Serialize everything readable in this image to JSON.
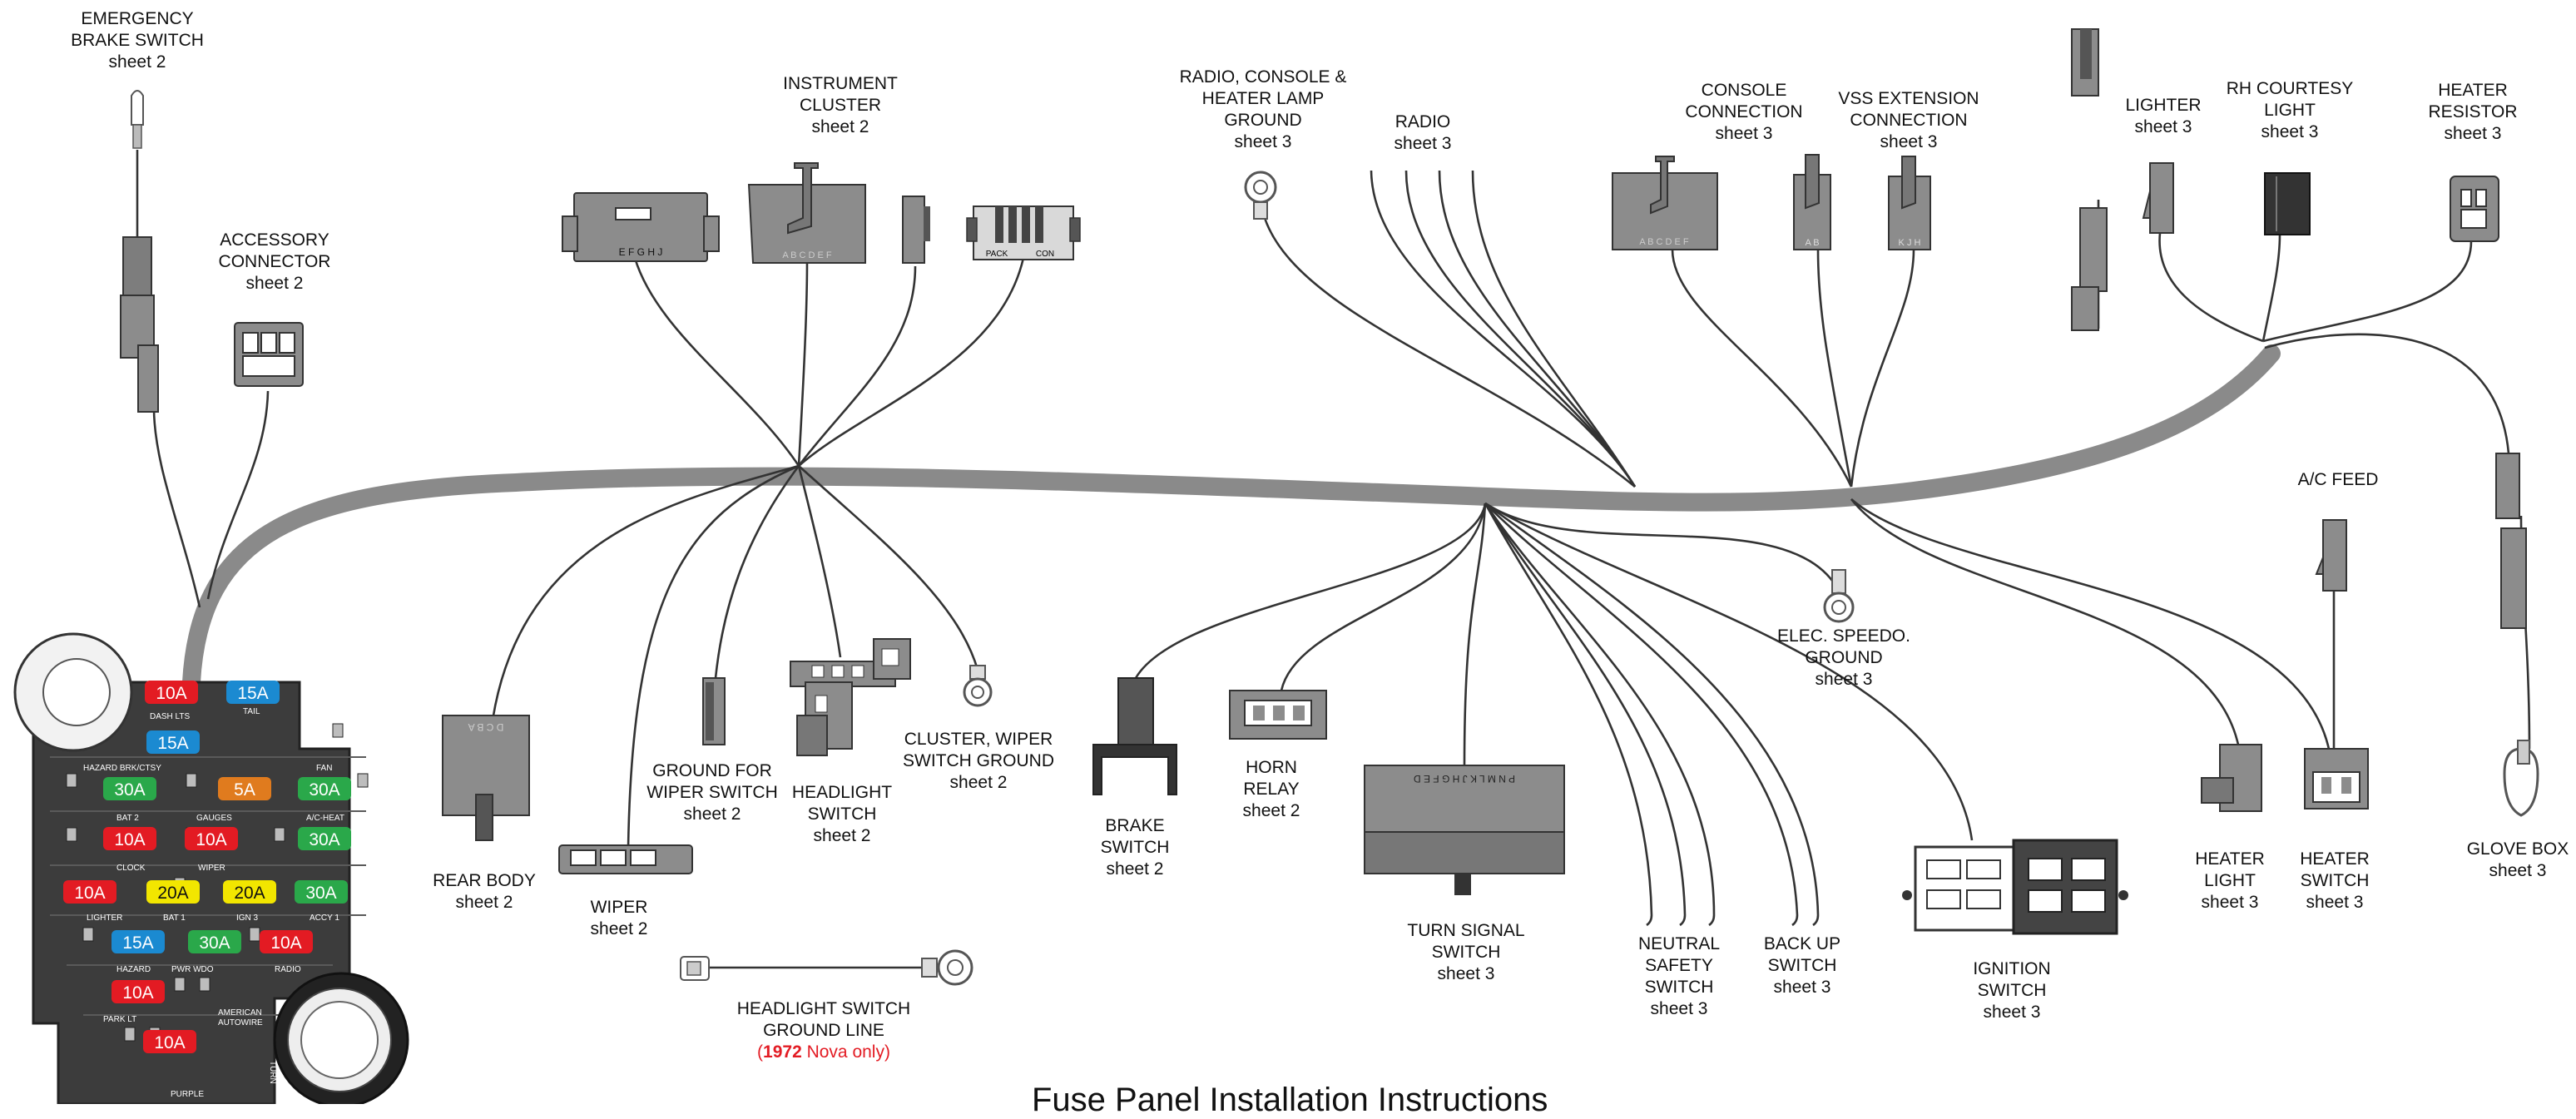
{
  "labels": {
    "emergency_brake": [
      "EMERGENCY",
      "BRAKE SWITCH",
      "sheet 2"
    ],
    "accessory": [
      "ACCESSORY",
      "CONNECTOR",
      "sheet 2"
    ],
    "instrument_cluster": [
      "INSTRUMENT",
      "CLUSTER",
      "sheet 2"
    ],
    "radio_ground": [
      "RADIO, CONSOLE &",
      "HEATER LAMP",
      "GROUND",
      "sheet 3"
    ],
    "radio": [
      "RADIO",
      "sheet 3"
    ],
    "console": [
      "CONSOLE",
      "CONNECTION",
      "sheet 3"
    ],
    "vss": [
      "VSS EXTENSION",
      "CONNECTION",
      "sheet 3"
    ],
    "lighter": [
      "LIGHTER",
      "sheet 3"
    ],
    "rh_courtesy": [
      "RH COURTESY",
      "LIGHT",
      "sheet 3"
    ],
    "heater_resistor": [
      "HEATER",
      "RESISTOR",
      "sheet 3"
    ],
    "ac_feed": [
      "A/C FEED"
    ],
    "elec_speedo": [
      "ELEC. SPEEDO.",
      "GROUND",
      "sheet 3"
    ],
    "rear_body": [
      "REAR BODY",
      "sheet 2"
    ],
    "wiper": [
      "WIPER",
      "sheet 2"
    ],
    "ground_wiper": [
      "GROUND FOR",
      "WIPER SWITCH",
      "sheet 2"
    ],
    "headlight_switch": [
      "HEADLIGHT",
      "SWITCH",
      "sheet 2"
    ],
    "cluster_wiper_ground": [
      "CLUSTER, WIPER",
      "SWITCH GROUND",
      "sheet 2"
    ],
    "brake_switch": [
      "BRAKE",
      "SWITCH",
      "sheet 2"
    ],
    "horn_relay": [
      "HORN",
      "RELAY",
      "sheet 2"
    ],
    "turn_signal": [
      "TURN SIGNAL",
      "SWITCH",
      "sheet 3"
    ],
    "neutral_safety": [
      "NEUTRAL",
      "SAFETY",
      "SWITCH",
      "sheet 3"
    ],
    "back_up": [
      "BACK UP",
      "SWITCH",
      "sheet 3"
    ],
    "ignition": [
      "IGNITION",
      "SWITCH",
      "sheet 3"
    ],
    "heater_light": [
      "HEATER",
      "LIGHT",
      "sheet 3"
    ],
    "heater_switch": [
      "HEATER",
      "SWITCH",
      "sheet 3"
    ],
    "glove_box": [
      "GLOVE BOX",
      "sheet 3"
    ],
    "headlight_ground": [
      "HEADLIGHT SWITCH",
      "GROUND LINE"
    ],
    "headlight_ground_note_year": "1972",
    "headlight_ground_note_text": " Nova only)",
    "headlight_ground_note_open": "("
  },
  "connector_pins": {
    "headlight_cluster_plug": "E F G H J",
    "instrument_cluster_plug": "A B C D E F",
    "rear_body_plug": "D C B A",
    "console_plug": "A B C D E F",
    "vss_plug": "A B",
    "vss_plug2": "K J H",
    "turn_signal_plug": "P N M L K J   H G F E D",
    "pack": "PACK",
    "con": "CON"
  },
  "fuse_panel": {
    "fuses": [
      "10A",
      "15A",
      "15A",
      "30A",
      "5A",
      "30A",
      "10A",
      "10A",
      "30A",
      "10A",
      "20A",
      "20A",
      "30A",
      "15A",
      "30A",
      "10A",
      "10A",
      "10A"
    ],
    "circuits": [
      "DASH LTS",
      "TAIL",
      "HAZARD BRK/CTSY",
      "FAN",
      "BAT 2",
      "GAUGES",
      "A/C-HEAT",
      "CLOCK",
      "WIPER",
      "LIGHTER",
      "BAT 1",
      "IGN 3",
      "ACCY 1",
      "HAZARD",
      "PWR WDO",
      "RADIO",
      "PARK LT",
      "AMERICAN",
      "AUTOWIRE",
      "TURN",
      "PURPLE"
    ]
  },
  "footer": "Fuse Panel Installation Instructions",
  "colors": {
    "harness": "#888888",
    "connector": "#8c8c8c",
    "connector_dark": "#333333",
    "fuse_red": "#e31b23",
    "fuse_blue": "#1b8ad1",
    "fuse_green": "#2aa84a",
    "fuse_yellow": "#f2e600",
    "fuse_orange": "#e07b1e",
    "panel": "#3c3c3c",
    "note_red": "#e31b23"
  }
}
